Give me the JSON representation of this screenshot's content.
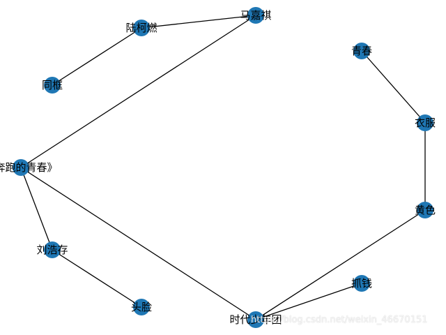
{
  "colors": {
    "node": "#1f77b4",
    "edge": "#000000",
    "background": "#ffffff"
  },
  "graph": {
    "nodes": [
      {
        "id": "majiaqi",
        "label": "马嘉祺"
      },
      {
        "id": "luke",
        "label": "陆柯燃"
      },
      {
        "id": "tongkuang",
        "label": "同框"
      },
      {
        "id": "qingchun",
        "label": "青春"
      },
      {
        "id": "yifu",
        "label": "衣服"
      },
      {
        "id": "benpao",
        "label": "《奔跑的青春》"
      },
      {
        "id": "huangse",
        "label": "黄色"
      },
      {
        "id": "liuhaocun",
        "label": "刘浩存"
      },
      {
        "id": "zhuaqian",
        "label": "抓钱"
      },
      {
        "id": "toulian",
        "label": "头脸"
      },
      {
        "id": "shidai",
        "label": "时代少年团"
      }
    ],
    "edges": [
      [
        "luke",
        "majiaqi"
      ],
      [
        "luke",
        "tongkuang"
      ],
      [
        "majiaqi",
        "benpao"
      ],
      [
        "benpao",
        "liuhaocun"
      ],
      [
        "benpao",
        "shidai"
      ],
      [
        "liuhaocun",
        "toulian"
      ],
      [
        "qingchun",
        "yifu"
      ],
      [
        "yifu",
        "huangse"
      ],
      [
        "huangse",
        "shidai"
      ],
      [
        "shidai",
        "zhuaqian"
      ]
    ]
  },
  "watermark": "https://blog.csdn.net/weixin_46670151"
}
